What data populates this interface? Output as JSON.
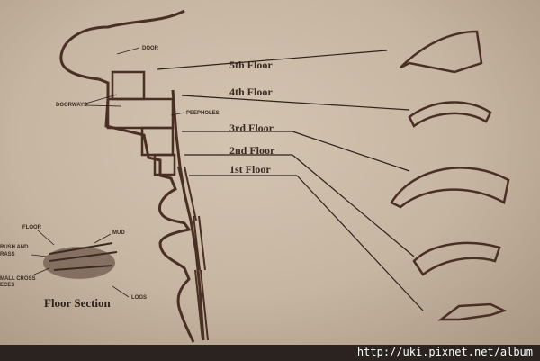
{
  "diagram": {
    "floors": [
      "5th Floor",
      "4th Floor",
      "3rd Floor",
      "2nd Floor",
      "1st Floor"
    ],
    "labels": {
      "door": "DOOR",
      "doorways": "DOORWAYS",
      "peepholes": "PEEPHOLES"
    },
    "floor_section": {
      "title": "Floor Section",
      "labels": {
        "floor": "FLOOR",
        "mud": "MUD",
        "brush": "RUSH AND",
        "grass": "RASS",
        "cross1": "MALL CROSS",
        "cross2": "ECES",
        "logs": "LOGS"
      }
    }
  },
  "watermark": "http://uki.pixnet.net/album"
}
